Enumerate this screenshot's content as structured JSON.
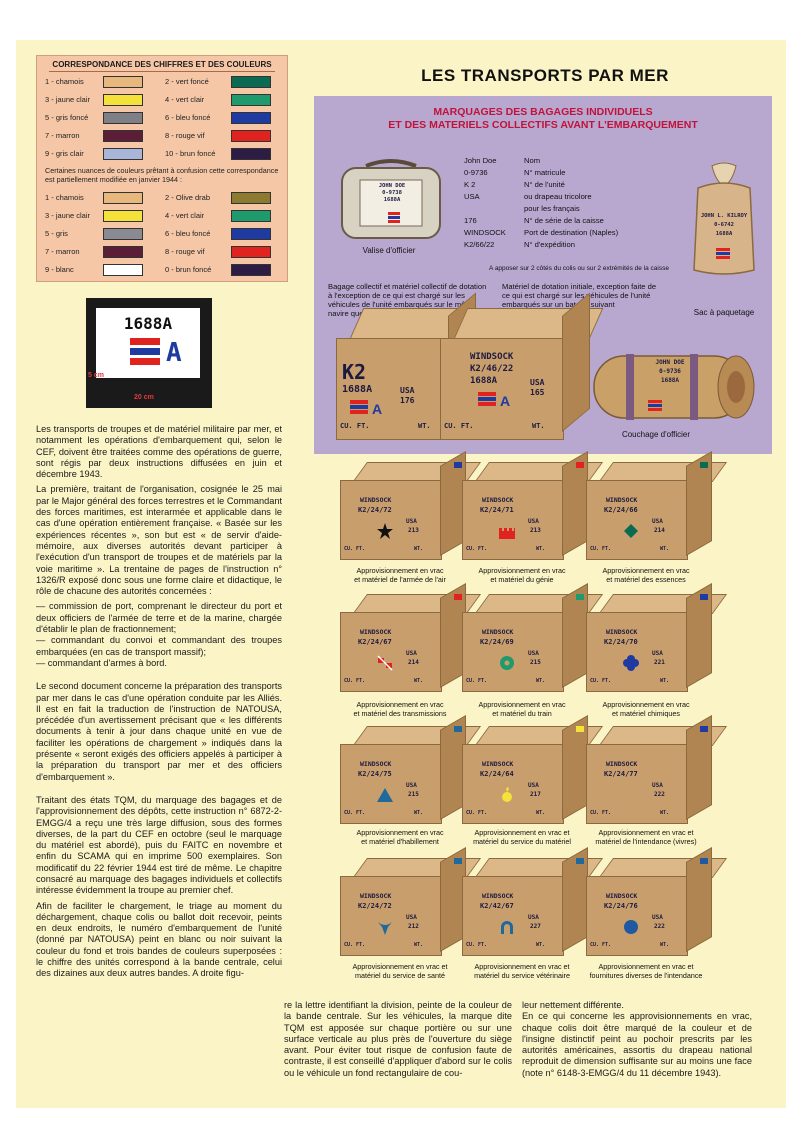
{
  "correspondence": {
    "title": "CORRESPONDANCE DES CHIFFRES ET DES COULEURS",
    "set1": [
      {
        "label": "1 - chamois",
        "color": "#e8b77c"
      },
      {
        "label": "2 - vert foncé",
        "color": "#0b6a52"
      },
      {
        "label": "3 - jaune clair",
        "color": "#f4e13a"
      },
      {
        "label": "4 - vert clair",
        "color": "#1f9a6c"
      },
      {
        "label": "5 - gris foncé",
        "color": "#7f7f86"
      },
      {
        "label": "6 - bleu foncé",
        "color": "#1f3aa0"
      },
      {
        "label": "7 - marron",
        "color": "#5c1e36"
      },
      {
        "label": "8 - rouge vif",
        "color": "#e1231f"
      },
      {
        "label": "9 - gris clair",
        "color": "#aab6d8"
      },
      {
        "label": "10 - brun foncé",
        "color": "#2d1d45"
      }
    ],
    "note": "Certaines nuances de couleurs prêtant à confusion cette correspondance est partiellement modifiée en janvier 1944 :",
    "set2": [
      {
        "label": "1 - chamois",
        "color": "#e8b77c"
      },
      {
        "label": "2 - Olive drab",
        "color": "#8c7a2e"
      },
      {
        "label": "3 - jaune clair",
        "color": "#f4e13a"
      },
      {
        "label": "4 - vert clair",
        "color": "#1f9a6c"
      },
      {
        "label": "5 - gris",
        "color": "#8a8a93"
      },
      {
        "label": "6 - bleu foncé",
        "color": "#1f3aa0"
      },
      {
        "label": "7 - marron",
        "color": "#5c1e36"
      },
      {
        "label": "8 - rouge vif",
        "color": "#e1231f"
      },
      {
        "label": "9 - blanc",
        "color": "#ffffff"
      },
      {
        "label": "0 - brun foncé",
        "color": "#2d1d45"
      }
    ]
  },
  "tag": {
    "code": "1688A",
    "height_label": "5 cm",
    "width_label": "20 cm",
    "letter": "A"
  },
  "body_left": {
    "p1": "Les transports de troupes et de matériel militaire par mer, et notamment les opérations d'embarquement qui, selon le CEF, doivent être traitées comme des opérations de guerre, sont régis par deux instructions diffusées en juin et décembre 1943.",
    "p2": "La première, traitant de l'organisation, cosignée le 25 mai par le Major général des forces terrestres et le Commandant des forces maritimes, est interarmée et applicable dans le cas d'une opération entièrement française. « Basée sur les expériences récentes », son but est « de servir d'aide-mémoire, aux diverses autorités devant participer à l'exécution d'un transport de troupes et de matériels par la voie maritime ». La trentaine de pages de l'instruction n° 1326/R exposé donc sous une forme claire et didactique, le rôle de chacune des autorités concernées :",
    "l1": "— commission de port, comprenant le directeur du port et deux officiers de l'armée de terre et de la marine, chargée d'établir le plan de fractionnement;",
    "l2": "— commandant du convoi et commandant des troupes embarquées (en cas de transport massif);",
    "l3": "— commandant d'armes à bord.",
    "p3": "Le second document concerne la préparation des transports par mer dans le cas d'une opération conduite par les Alliés. Il est en fait la traduction de l'instruction de NATOUSA, précédée d'un avertissement précisant que « les différents documents à tenir à jour dans chaque unité en vue de faciliter les opérations de chargement » indiqués dans la présente « seront exigés des officiers appelés à participer à la préparation du transport par mer et des officiers d'embarquement ».",
    "p4": "Traitant des états TQM, du marquage des bagages et de l'approvisionnement des dépôts, cette instruction n° 6872-2-EMGG/4 a reçu une très large diffusion, sous des formes diverses, de la part du CEF en octobre (seul le marquage du matériel est abordé), puis du FAITC en novembre et enfin du SCAMA qui en imprime 500 exemplaires. Son modificatif du 22 février 1944 est tiré de même. Le chapitre consacré au marquage des bagages individuels et collectifs intéresse évidemment la troupe au premier chef.",
    "p5": "Afin de faciliter le chargement, le triage au moment du déchargement, chaque colis ou ballot doit recevoir, peints en deux endroits, le numéro d'embarquement de l'unité (donné par NATOUSA) peint en blanc ou noir suivant la couleur du fond et trois bandes de couleurs superposées : le chiffre des unités correspond à la bande centrale, celui des dizaines aux deux autres bandes. A droite figu-"
  },
  "body_mid": "re la lettre identifiant la division, peinte de la couleur de la bande centrale. Sur les véhicules, la marque dite TQM est apposée sur chaque portière ou sur une surface verticale au plus près de l'ouverture du siège avant. Pour éviter tout risque de confusion faute de contraste, il est conseillé d'appliquer d'abord sur le colis ou le véhicule un fond rectangulaire de cou-",
  "body_right": {
    "p1": "leur nettement différente.",
    "p2": "En ce qui concerne les approvisionnements en vrac, chaque colis doit être marqué de la couleur et de l'insigne distinctif peint au pochoir prescrits par les autorités américaines, assortis du drapeau national reproduit de dimension suffisante sur au moins une face (note n° 6148-3-EMGG/4 du 11 décembre 1943)."
  },
  "main_title": "LES TRANSPORTS PAR MER",
  "panel": {
    "title_l1": "MARQUAGES DES BAGAGES INDIVIDUELS",
    "title_l2": "ET DES MATERIELS COLLECTIFS AVANT L'EMBARQUEMENT",
    "legend": [
      {
        "code": "John Doe",
        "desc": "Nom"
      },
      {
        "code": "0-9736",
        "desc": "N° matricule"
      },
      {
        "code": "K 2",
        "desc": "N° de l'unité"
      },
      {
        "code": "USA",
        "desc": "ou drapeau tricolore"
      },
      {
        "code": "",
        "desc": "pour les français"
      },
      {
        "code": "176",
        "desc": "N° de série de la caisse"
      },
      {
        "code": "WINDSOCK",
        "desc": "Port de destination (Naples)"
      },
      {
        "code": "K2/66/22",
        "desc": "N° d'expédition"
      }
    ],
    "legend_note": "A apposer sur 2 côtés du colis ou sur 2 extrémités de la caisse",
    "valise_label": "Valise d'officier",
    "valise_text": [
      "JOHN DOE",
      "0-9738",
      "1688A"
    ],
    "sac_label": "Sac à paquetage",
    "sac_text": [
      "JOHN L. KILROY",
      "0-6742",
      "1688A"
    ],
    "couchage_label": "Couchage d'officier",
    "couchage_text": [
      "JOHN DOE",
      "0-9736",
      "1688A"
    ],
    "collectif_caption": "Bagage collectif et matériel collectif de dotation à l'exception de ce qui est chargé sur les véhicules de l'unité embarqués sur le même navire que l'unité",
    "dotation_caption": "Matériel de dotation initiale, exception faite de ce qui est chargé sur les véhicules de l'unité embarqués sur un bateau suivant",
    "crate1": {
      "l1": "K2",
      "l2": "1688A",
      "usa": "USA",
      "num": "176",
      "cu": "CU. FT.",
      "wt": "WT."
    },
    "crate2": {
      "l1": "WINDSOCK",
      "l2": "K2/46/22",
      "l3": "1688A",
      "usa": "USA",
      "num": "165",
      "cu": "CU. FT.",
      "wt": "WT."
    }
  },
  "crates": [
    {
      "code": "K2/24/72",
      "num": "213",
      "caption_l1": "Approvisionnement en vrac",
      "caption_l2": "et matériel de l'armée de l'air",
      "symbol": "star",
      "color": "#1f3aa0"
    },
    {
      "code": "K2/24/71",
      "num": "213",
      "caption_l1": "Approvisionnement en vrac",
      "caption_l2": "et matériel du génie",
      "symbol": "castle",
      "color": "#e1231f"
    },
    {
      "code": "K2/24/66",
      "num": "214",
      "caption_l1": "Approvisionnement en vrac",
      "caption_l2": "et matériel des essences",
      "symbol": "diamond",
      "color": "#0b6a52"
    },
    {
      "code": "K2/24/67",
      "num": "214",
      "caption_l1": "Approvisionnement en vrac",
      "caption_l2": "et matériel des transmissions",
      "symbol": "flags",
      "color": "#e1231f"
    },
    {
      "code": "K2/24/69",
      "num": "215",
      "caption_l1": "Approvisionnement en vrac",
      "caption_l2": "et matériel du train",
      "symbol": "wheel",
      "color": "#1f9a6c"
    },
    {
      "code": "K2/24/70",
      "num": "221",
      "caption_l1": "Approvisionnement en vrac",
      "caption_l2": "et matériel chimiques",
      "symbol": "clover",
      "color": "#1f3aa0"
    },
    {
      "code": "K2/24/75",
      "num": "215",
      "caption_l1": "Approvisionnement en vrac",
      "caption_l2": "et matériel d'habillement",
      "symbol": "triangle",
      "color": "#1f6a9a"
    },
    {
      "code": "K2/24/64",
      "num": "217",
      "caption_l1": "Approvisionnement en vrac et",
      "caption_l2": "matériel du service du matériel",
      "symbol": "bomb",
      "color": "#f4e13a"
    },
    {
      "code": "K2/24/77",
      "num": "222",
      "caption_l1": "Approvisionnement en vrac et",
      "caption_l2": "matériel de l'intendance (vivres)",
      "symbol": "crescent",
      "color": "#1f3aa0"
    },
    {
      "code": "K2/24/72",
      "num": "212",
      "caption_l1": "Approvisionnement en vrac et",
      "caption_l2": "matériel du service de santé",
      "symbol": "caduceus",
      "color": "#1f6a9a"
    },
    {
      "code": "K2/42/67",
      "num": "227",
      "caption_l1": "Approvisionnement en vrac et",
      "caption_l2": "matériel du service vétérinaire",
      "symbol": "horseshoe",
      "color": "#1f6a9a"
    },
    {
      "code": "K2/24/76",
      "num": "222",
      "caption_l1": "Approvisionnement en vrac et",
      "caption_l2": "fournitures diverses de l'intendance",
      "symbol": "circle",
      "color": "#1f5aa0"
    }
  ],
  "crate_common": {
    "port": "WINDSOCK",
    "usa": "USA",
    "cu": "CU. FT.",
    "wt": "WT."
  }
}
